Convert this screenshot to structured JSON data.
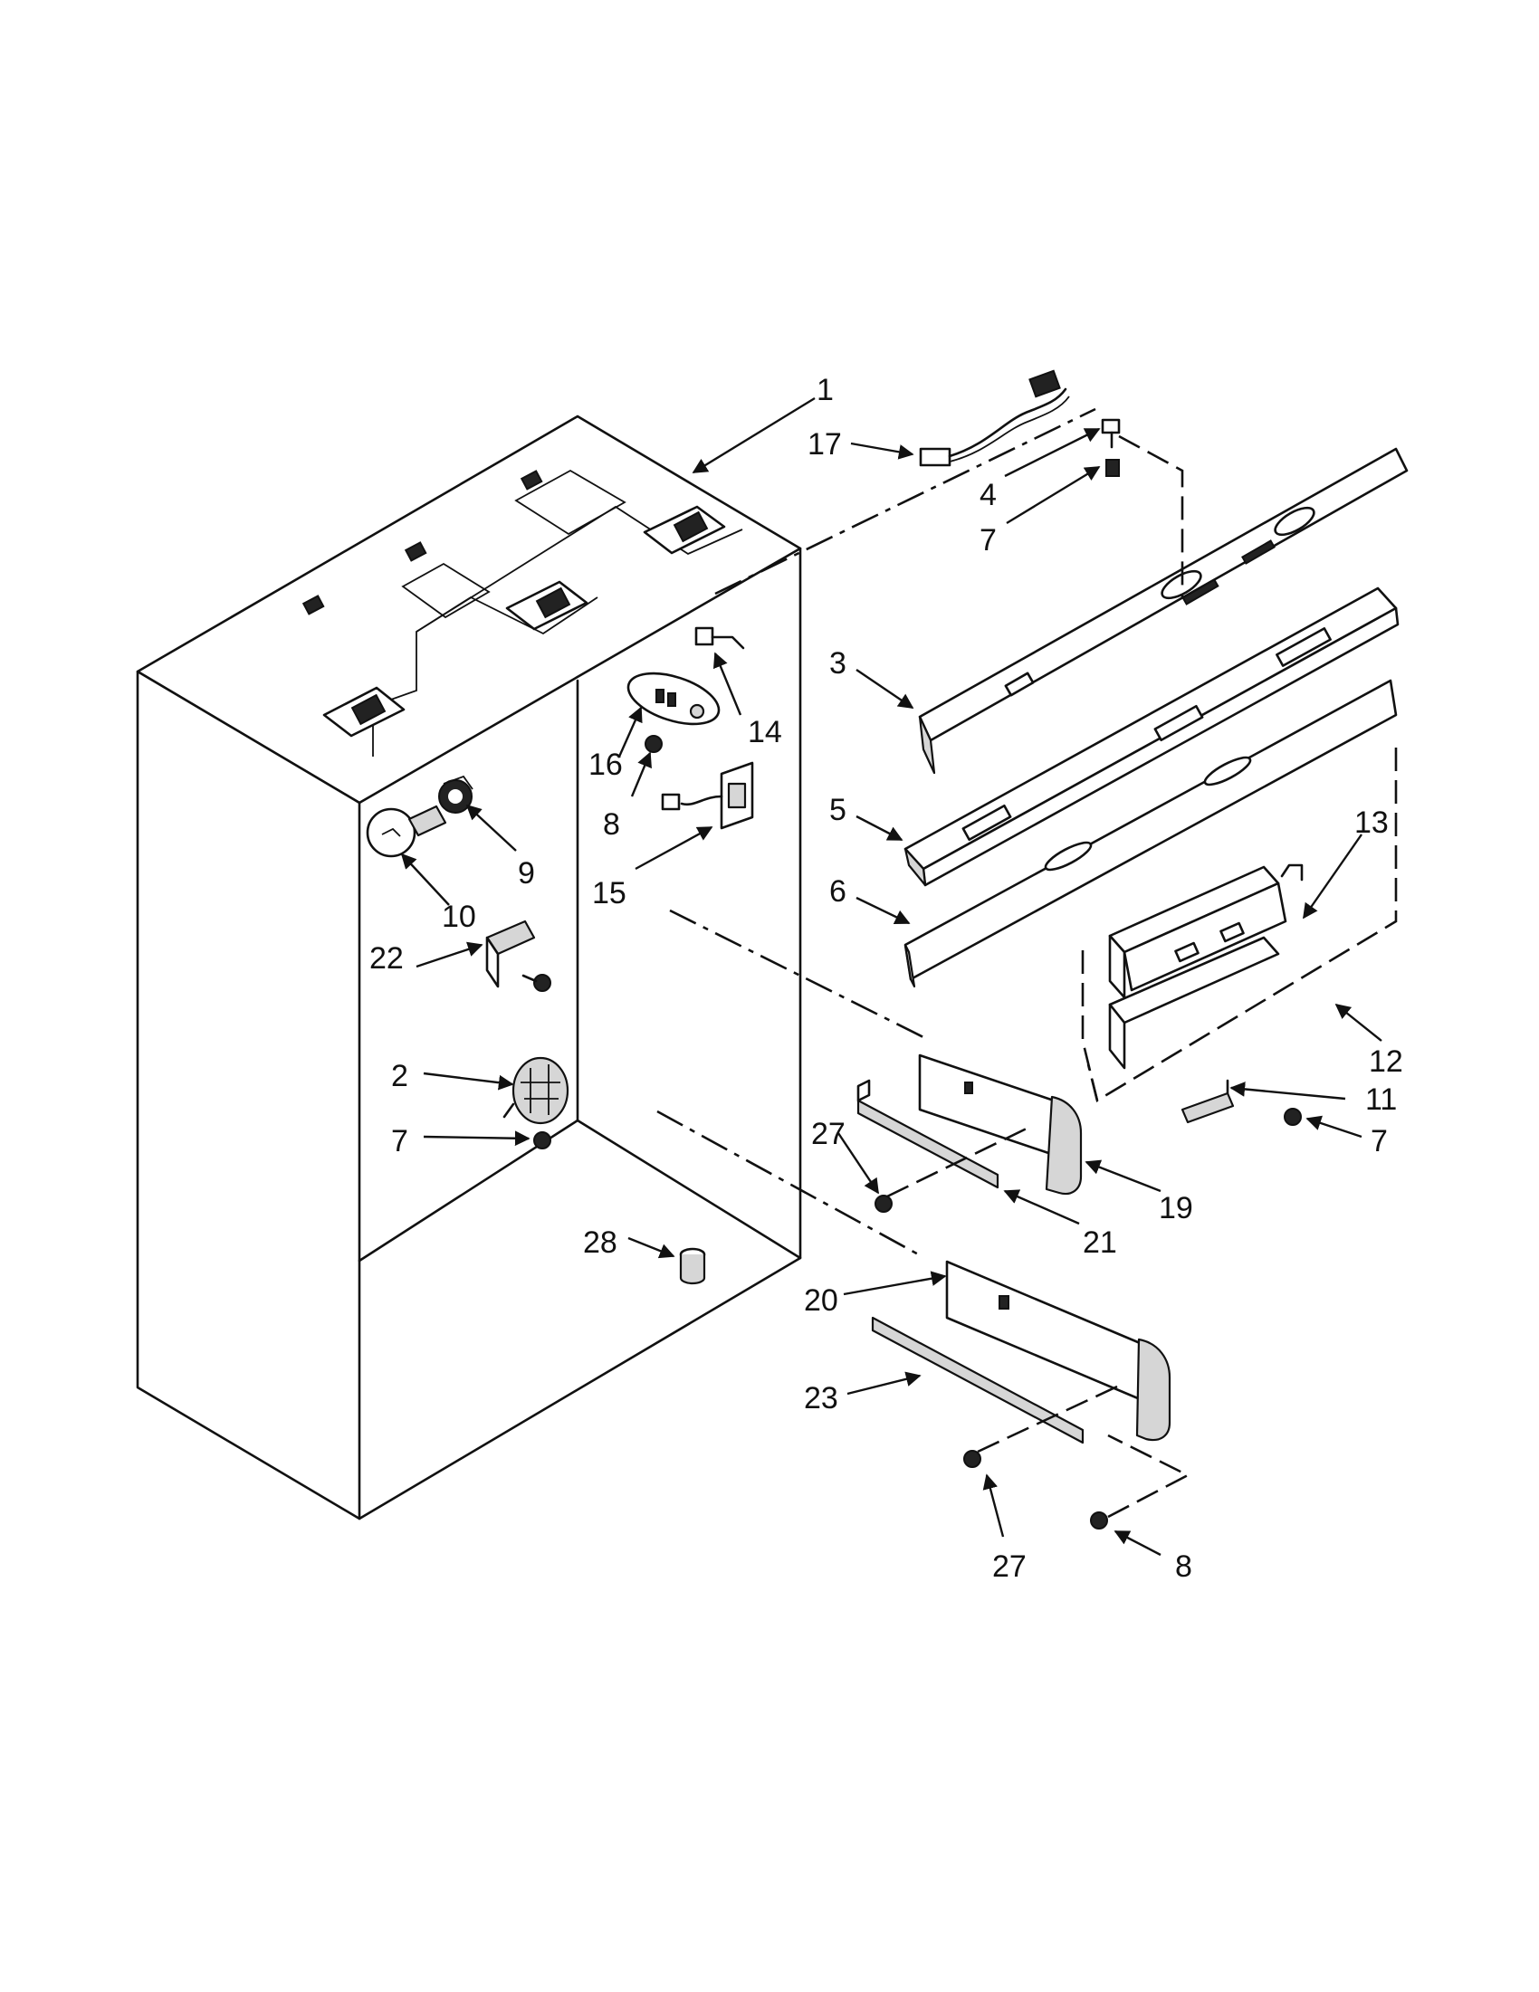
{
  "callouts": [
    "1",
    "17",
    "4",
    "7",
    "3",
    "5",
    "6",
    "13",
    "12",
    "11",
    "7",
    "14",
    "16",
    "8",
    "15",
    "9",
    "10",
    "22",
    "2",
    "7",
    "28",
    "27",
    "19",
    "21",
    "20",
    "23",
    "27",
    "8"
  ]
}
